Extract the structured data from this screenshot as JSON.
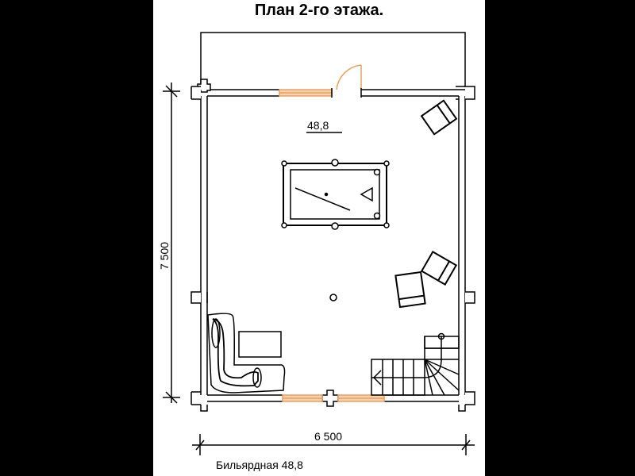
{
  "title": "План 2-го этажа.",
  "room_area_label": "48,8",
  "dimensions": {
    "width": "6 500",
    "height": "7 500"
  },
  "caption": "Бильярдная 48,8",
  "colors": {
    "background": "#000000",
    "sheet": "#ffffff",
    "lines": "#000000",
    "windows_door": "#e8a060"
  },
  "furniture": [
    "billiard-table",
    "armchair",
    "armchair",
    "armchair",
    "corner-sofa",
    "coffee-table",
    "staircase",
    "floor-lamp"
  ]
}
